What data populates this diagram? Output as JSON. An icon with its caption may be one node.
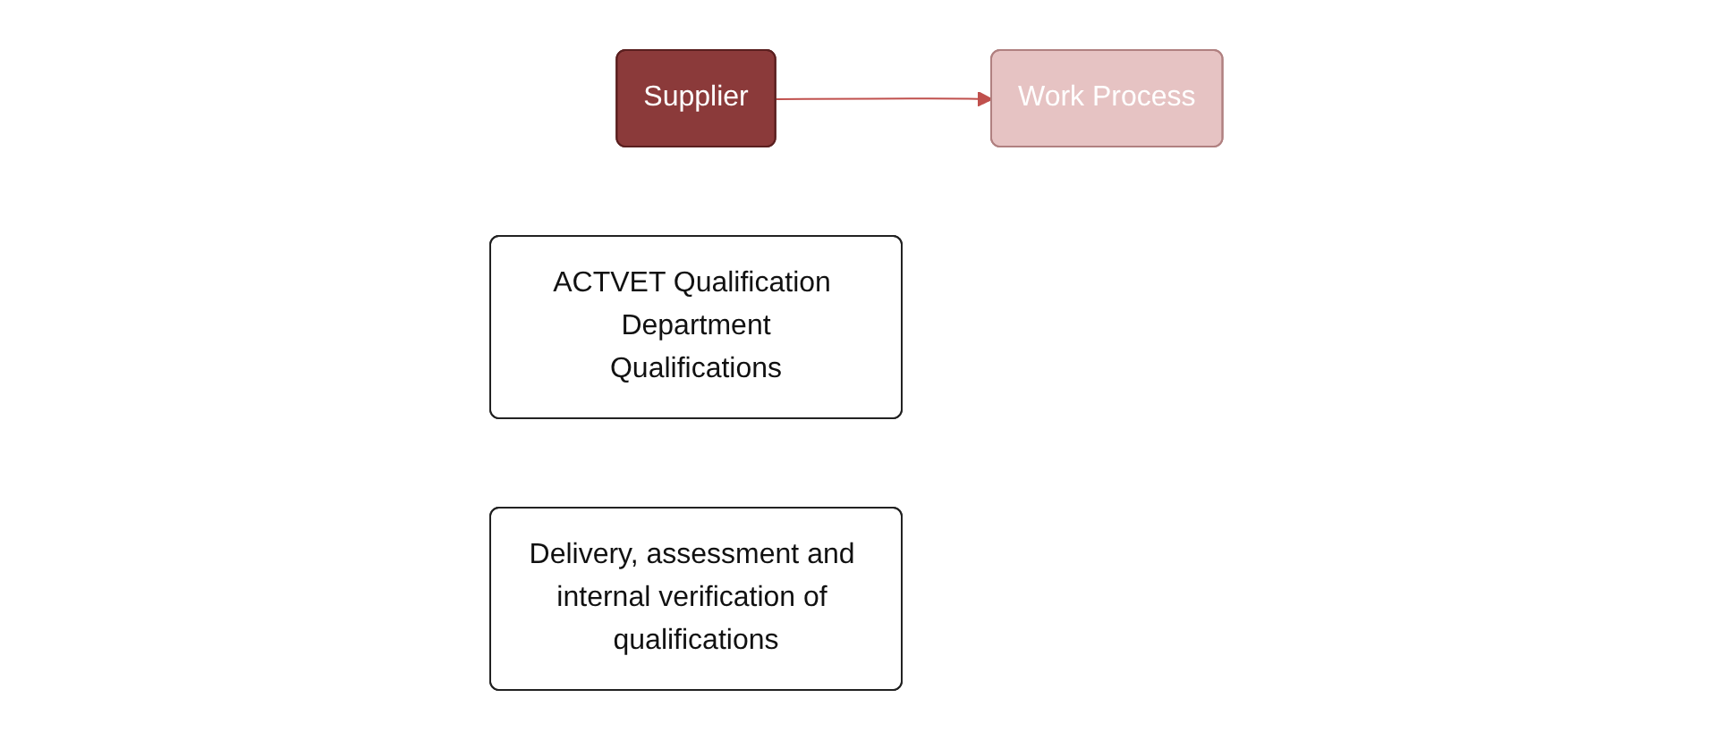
{
  "diagram": {
    "nodes": [
      {
        "text": [
          "Supplier"
        ]
      },
      {
        "text": [
          "ACTVET Qualification Department",
          "Qualifications"
        ]
      },
      {
        "text": [
          "Work Process"
        ]
      },
      {
        "text": [
          "Delivery, assessment and internal verification of qualifications"
        ]
      }
    ],
    "edges": [
      {
        "from": 0,
        "to": 2,
        "arrow": "to"
      }
    ]
  }
}
